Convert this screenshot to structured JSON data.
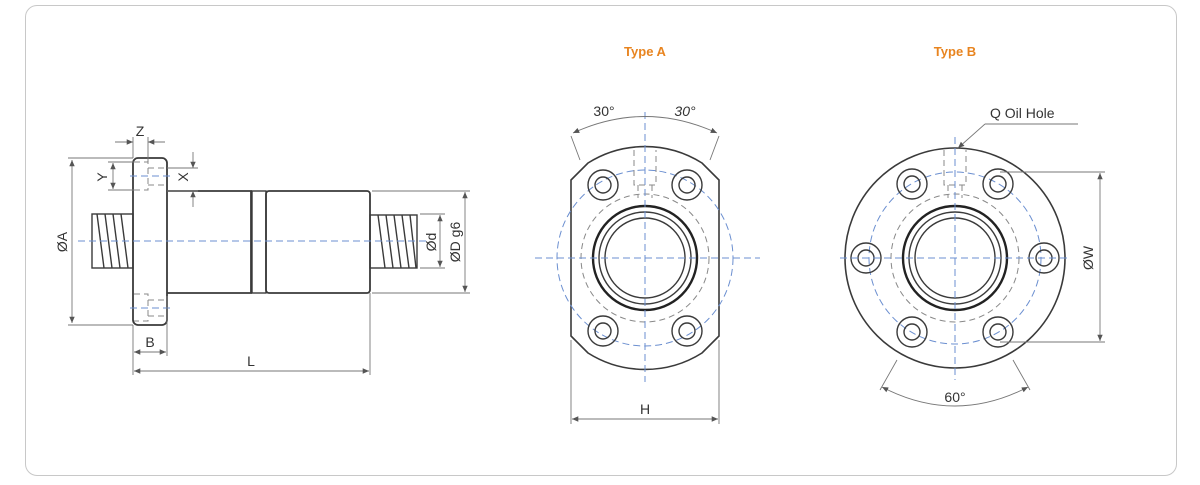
{
  "side_view": {
    "dim_A": "ØA",
    "dim_Z": "Z",
    "dim_Y": "Y",
    "dim_X": "X",
    "dim_B": "B",
    "dim_L": "L",
    "dim_d": "Ød",
    "dim_D": "ØD g6"
  },
  "type_a": {
    "title": "Type A",
    "angle_left": "30°",
    "angle_right": "30°",
    "dim_H": "H"
  },
  "type_b": {
    "title": "Type B",
    "oil_hole": "Q Oil Hole",
    "dim_W": "ØW",
    "angle": "60°"
  },
  "colors": {
    "title": "#e8841f",
    "centerline": "#6b8fd0"
  }
}
